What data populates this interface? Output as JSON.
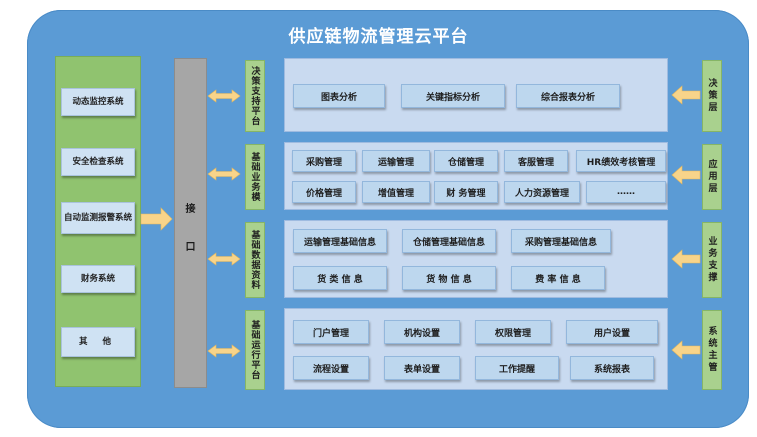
{
  "title": "供应链物流管理云平台",
  "left_systems": [
    "动态监控系统",
    "安全检查系统",
    "自动监测报警系统",
    "财务系统",
    "其 他"
  ],
  "interface_label": [
    "接",
    "口"
  ],
  "rows": [
    {
      "left_label": "决策支持平台",
      "items": [
        "图表分析",
        "关键指标分析",
        "综合报表分析"
      ],
      "right_label": "决策层"
    },
    {
      "left_label": "基础业务模",
      "items": [
        "采购管理",
        "运输管理",
        "仓储管理",
        "客服管理",
        "HR绩效考核管理",
        "价格管理",
        "增值管理",
        "财 务管理",
        "人力资源管理",
        "……"
      ],
      "right_label": "应用层"
    },
    {
      "left_label": "基础数据资料",
      "items": [
        "运输管理基础信息",
        "仓储管理基础信息",
        "采购管理基础信息",
        "货 类 信 息",
        "货 物 信 息",
        "费 率 信 息"
      ],
      "right_label": "业务支撑"
    },
    {
      "left_label": "基础运行平台",
      "items": [
        "门户管理",
        "机构设置",
        "权限管理",
        "用户设置",
        "流程设置",
        "表单设置",
        "工作提醒",
        "系统报表"
      ],
      "right_label": "系统主管"
    }
  ],
  "colors": {
    "frame": "#5b9bd5",
    "green_label": "#a9d18e",
    "chip": "#bdd7ee",
    "arrow": "#f8d48a"
  }
}
